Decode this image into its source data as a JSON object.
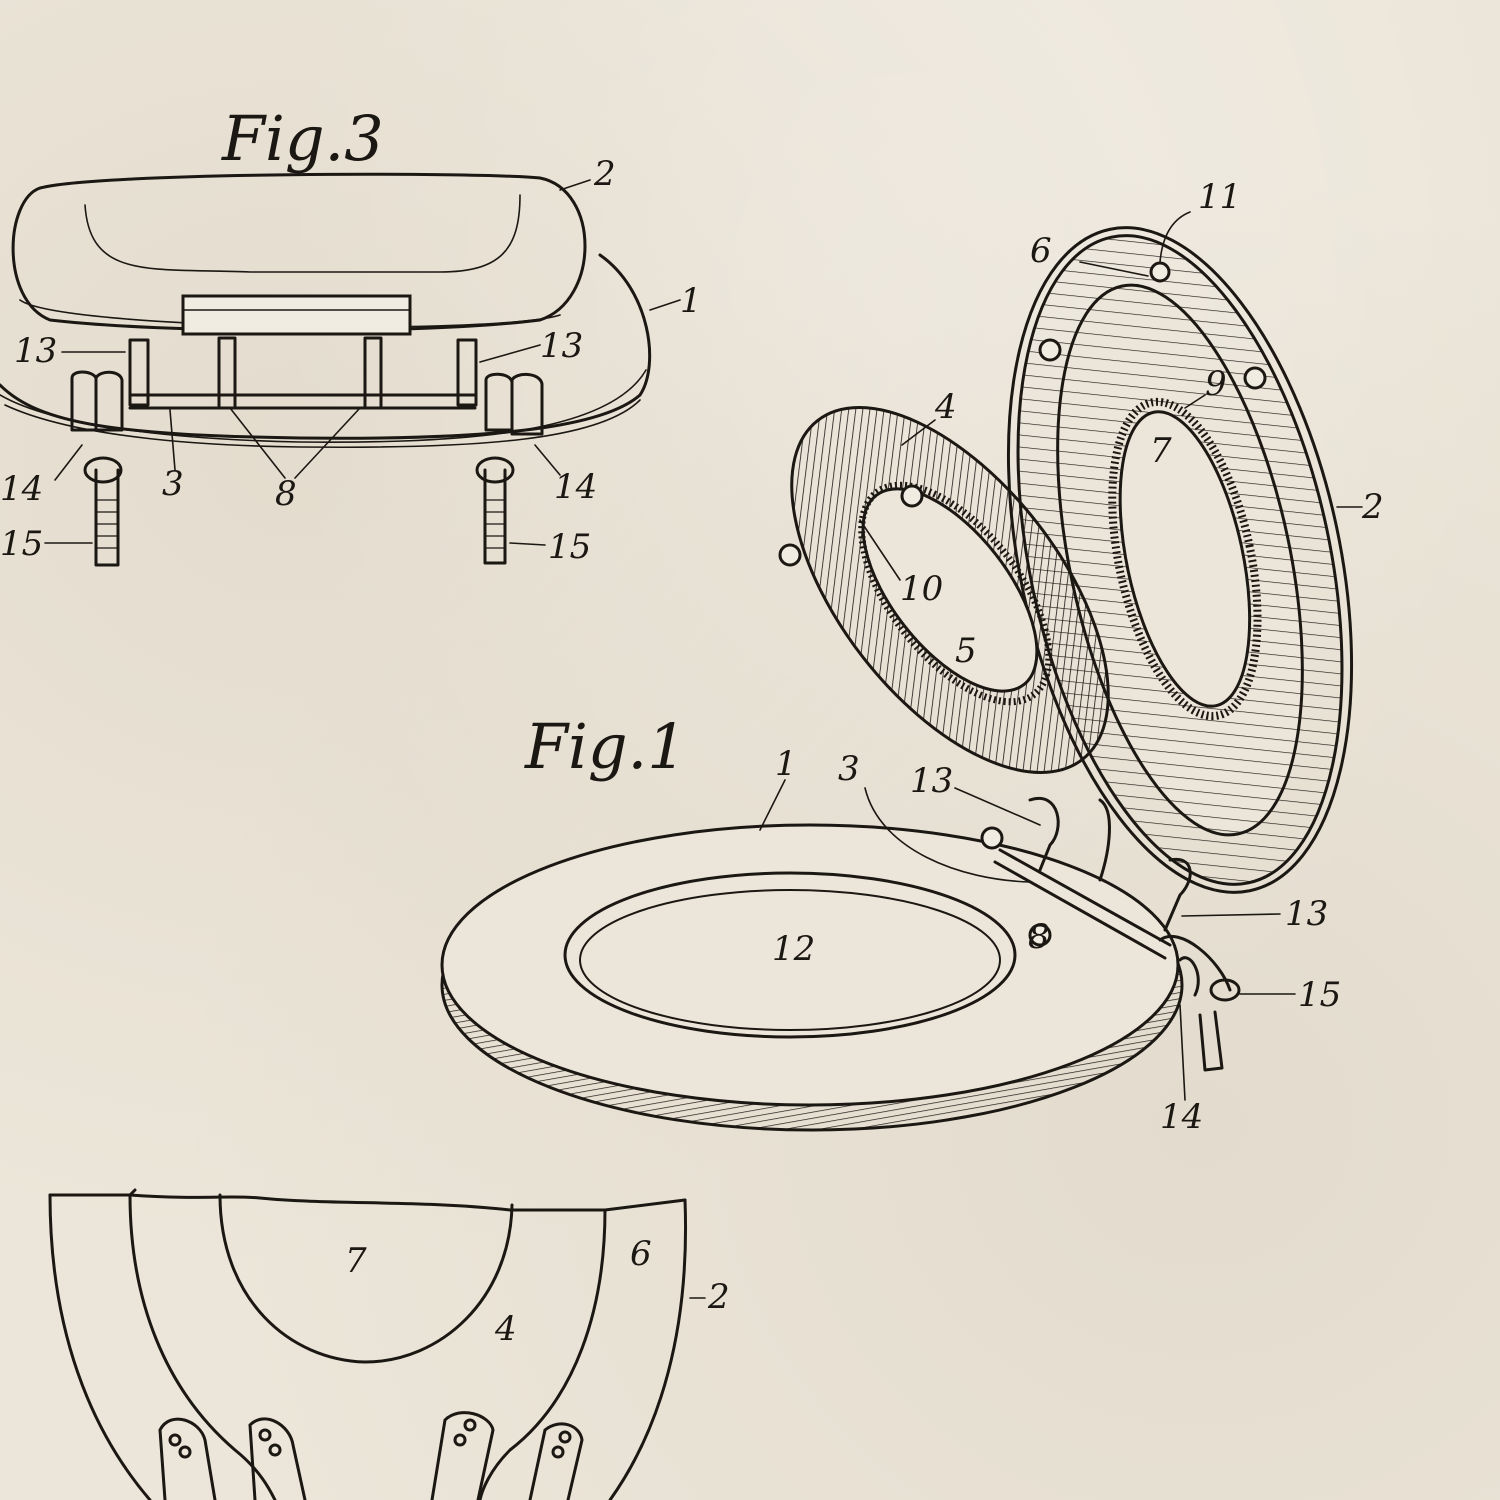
{
  "figures": {
    "fig3": {
      "title": "Fig.3"
    },
    "fig1": {
      "title": "Fig.1"
    }
  },
  "labels": {
    "fig3": [
      "2",
      "1",
      "13",
      "13",
      "14",
      "14",
      "15",
      "15",
      "3",
      "8"
    ],
    "fig1": [
      "11",
      "6",
      "9",
      "7",
      "4",
      "2",
      "10",
      "5",
      "1",
      "3",
      "13",
      "13",
      "12",
      "8",
      "15",
      "14"
    ],
    "fig2": [
      "7",
      "6",
      "4",
      "2"
    ]
  },
  "colors": {
    "paper": "#ece6da",
    "ink": "#1b1712"
  }
}
